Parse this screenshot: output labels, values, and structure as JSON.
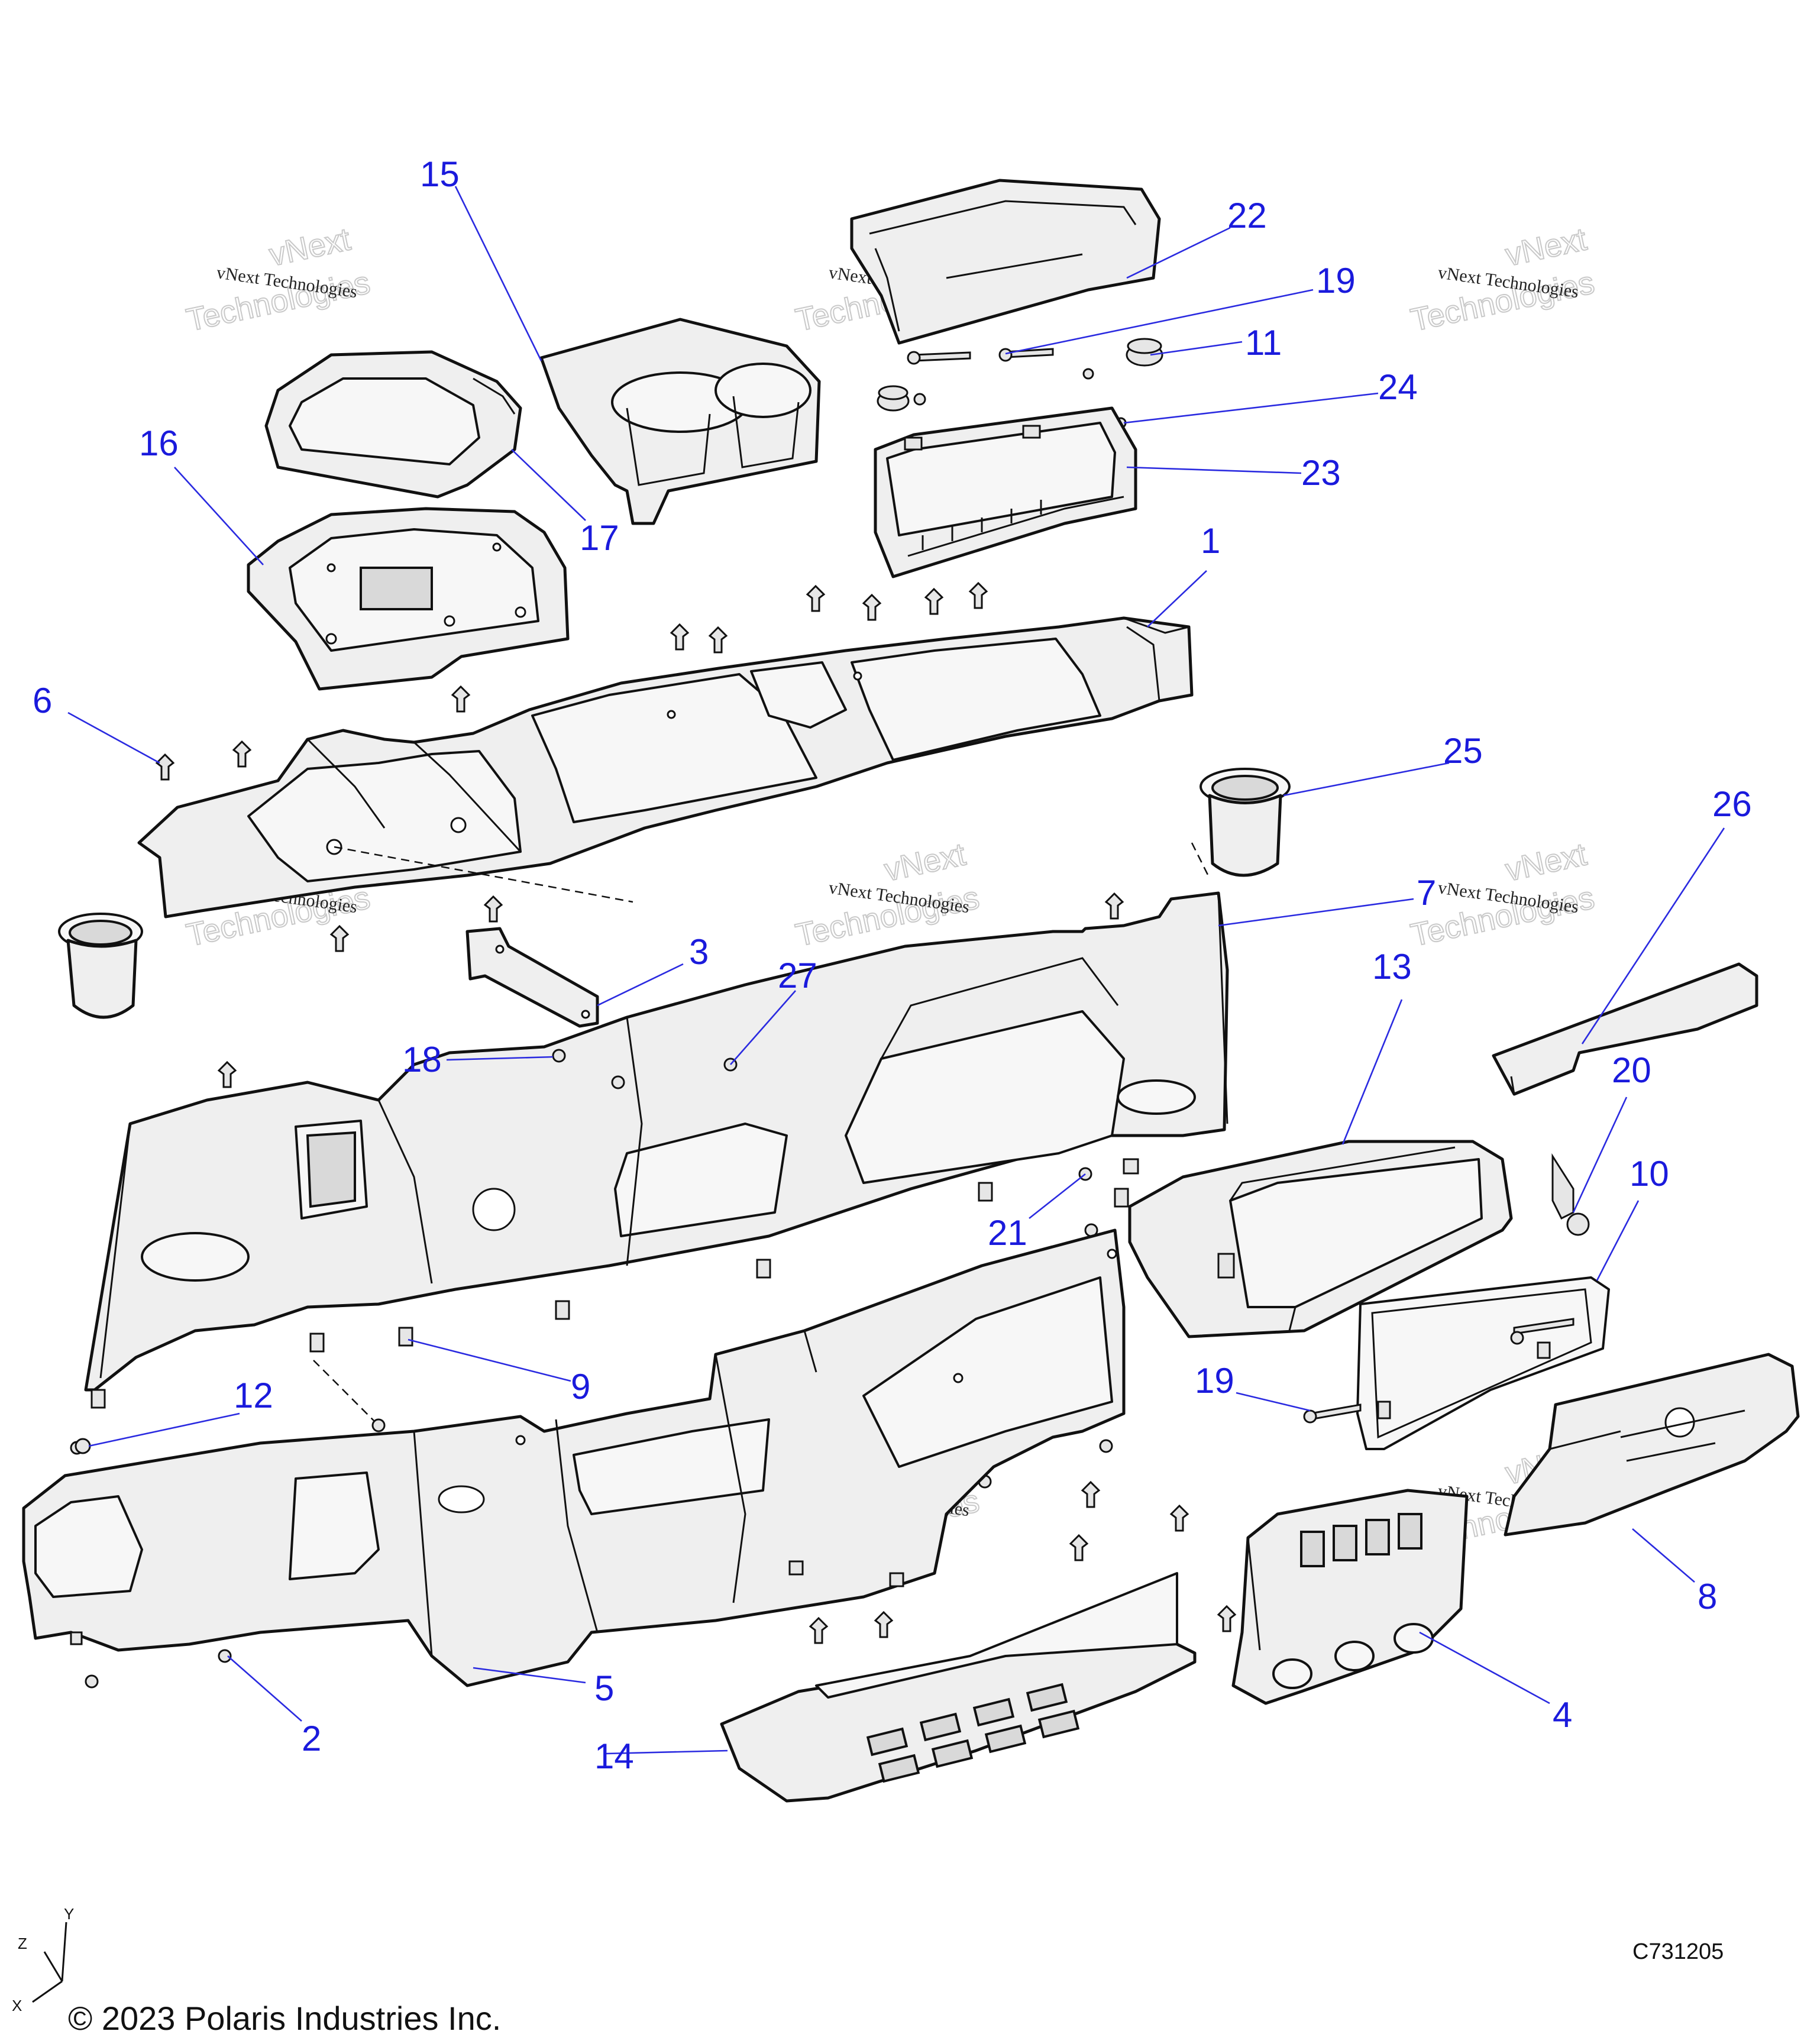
{
  "diagram": {
    "callouts": [
      "15",
      "22",
      "19",
      "11",
      "24",
      "23",
      "16",
      "17",
      "1",
      "6",
      "25",
      "26",
      "3",
      "7",
      "27",
      "13",
      "18",
      "20",
      "10",
      "21",
      "19",
      "9",
      "12",
      "8",
      "5",
      "4",
      "2",
      "14"
    ],
    "watermark": {
      "line1": "vNext Technologies",
      "line2_a": "vNext",
      "line2_b": "Technologies"
    },
    "drawing_code": "C731205",
    "copyright": "© 2023 Polaris Industries Inc.",
    "axis": {
      "y": "Y",
      "z": "Z",
      "x": "X"
    },
    "colors": {
      "callout": "#1a1adc",
      "line": "#111111",
      "part_fill": "#efefef"
    }
  }
}
